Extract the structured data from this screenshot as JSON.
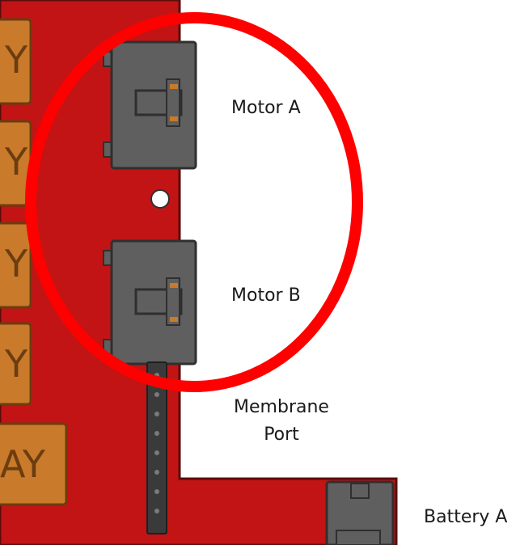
{
  "labels": {
    "motor_a": "Motor A",
    "motor_b": "Motor B",
    "membrane_line1": "Membrane",
    "membrane_line2": "Port",
    "battery_a": "Battery A"
  },
  "relay_labels": [
    "Y",
    "Y",
    "Y",
    "Y",
    "AY"
  ],
  "colors": {
    "board_red": "#c21414",
    "board_outline": "#5a0d0d",
    "relay_orange": "#c97a2a",
    "relay_dark": "#6b3d10",
    "connector_gray": "#5f5f5f",
    "connector_dark": "#2f2f2f",
    "highlight_ring": "#ff0000"
  },
  "icons": {
    "motor_a_connector": "jst-connector-icon",
    "motor_b_connector": "jst-connector-icon",
    "membrane_header": "pin-header-icon",
    "battery_connector": "battery-connector-icon",
    "mounting_hole": "mounting-hole-icon"
  }
}
